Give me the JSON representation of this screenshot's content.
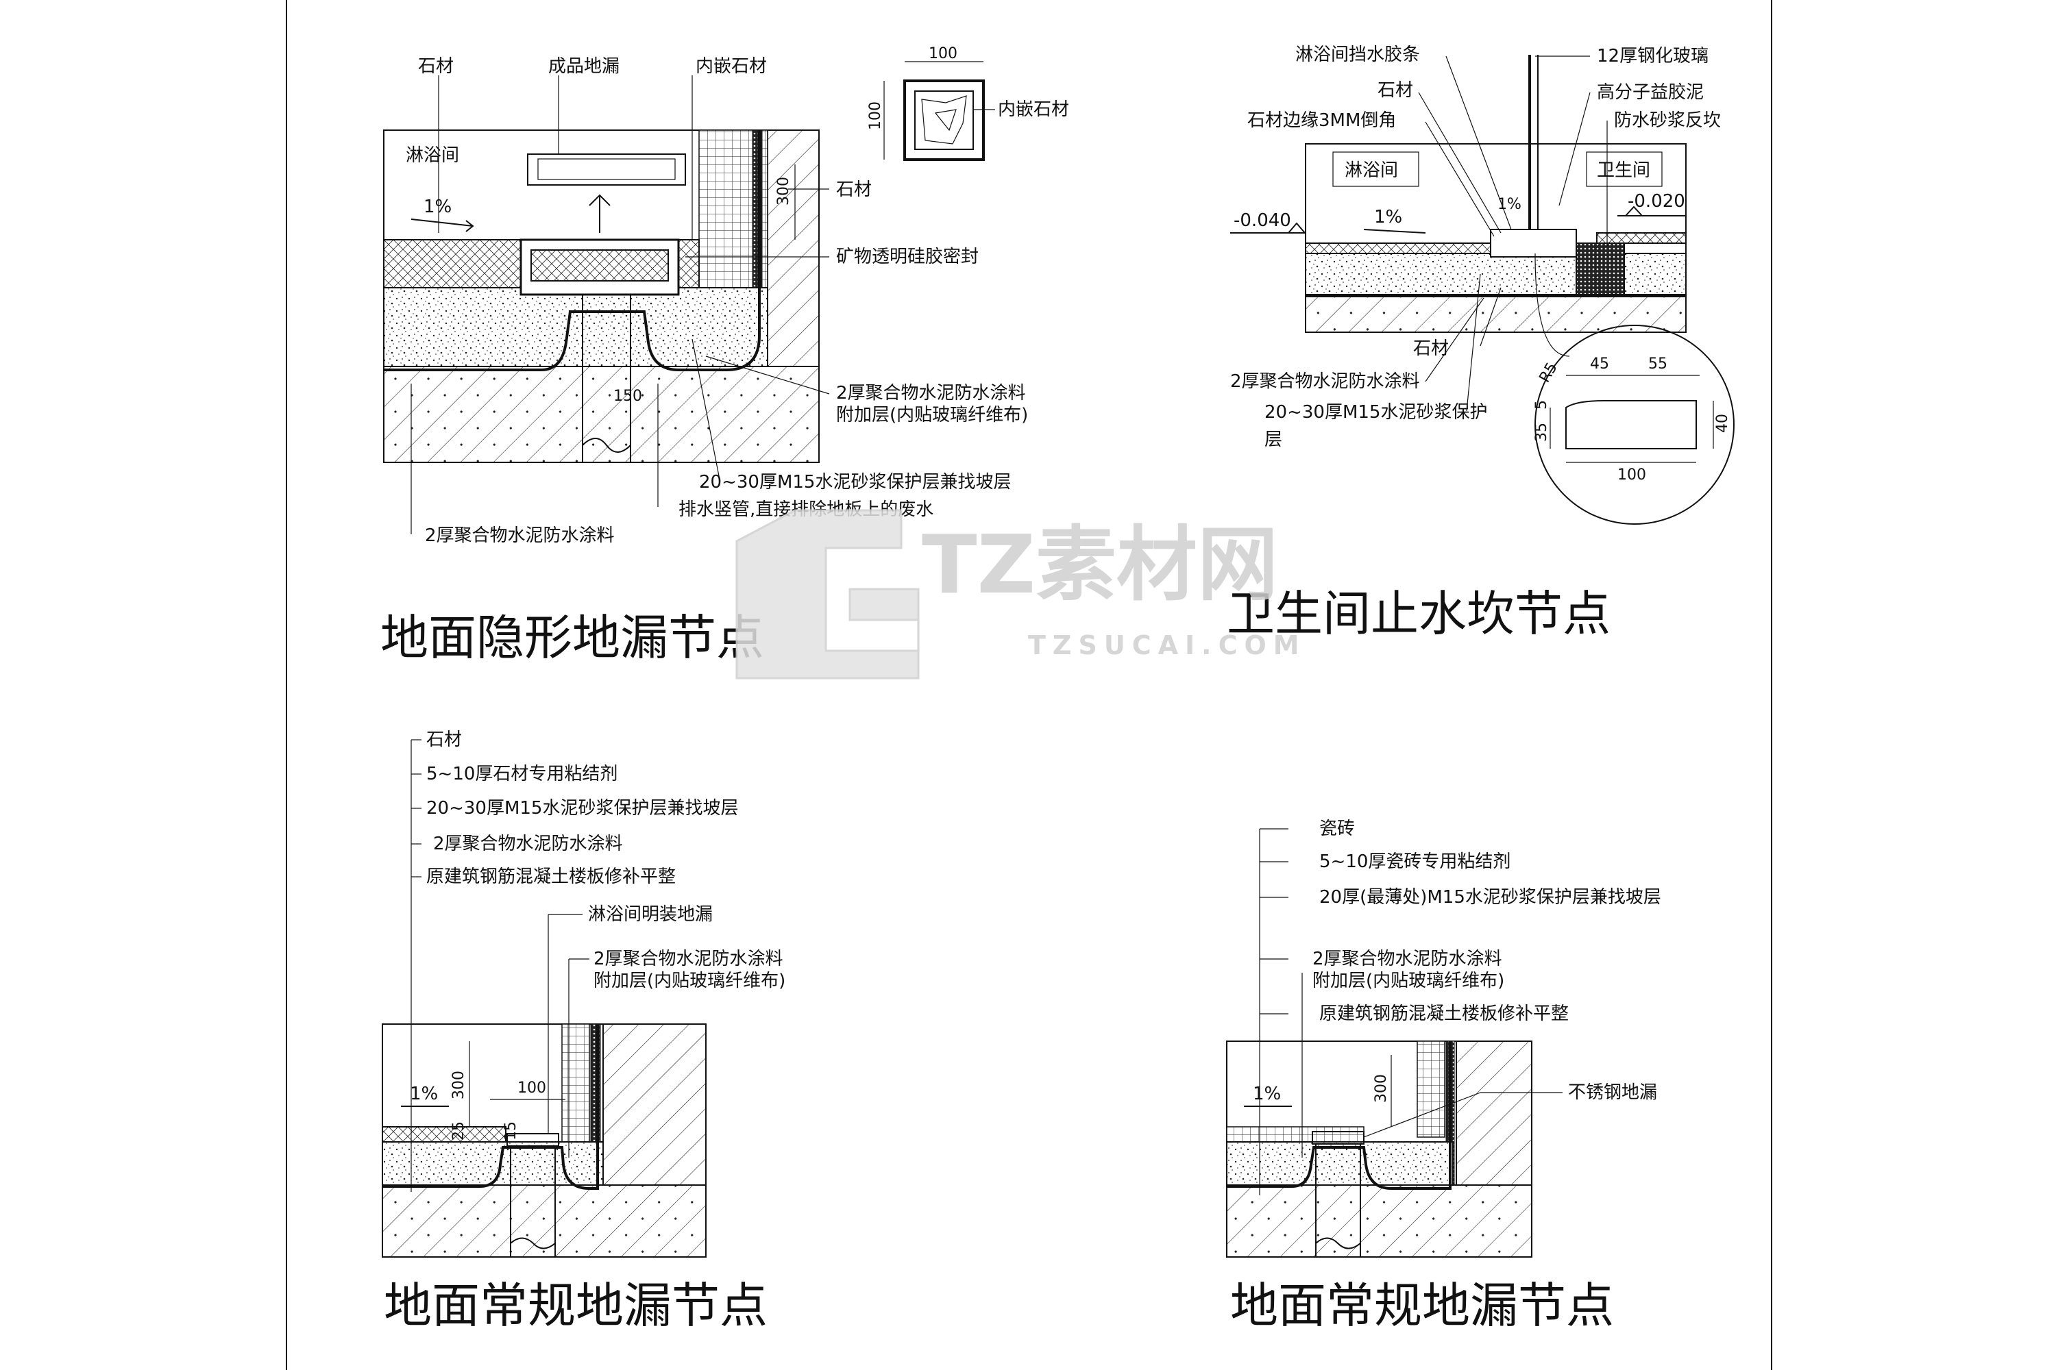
{
  "watermark": {
    "brand": "TZ素材网",
    "site": "TZSUCAI.COM"
  },
  "top_left": {
    "title": "地面隐形地漏节点",
    "room": "淋浴间",
    "slope": "1%",
    "labels": {
      "stone": "石材",
      "drain": "成品地漏",
      "inlay": "内嵌石材",
      "stone2": "石材",
      "sealant": "矿物透明硅胶密封",
      "membrane_add_1": "2厚聚合物水泥防水涂料",
      "membrane_add_2": "附加层(内贴玻璃纤维布)",
      "mortar": "20~30厚M15水泥砂浆保护层兼找坡层",
      "pipe": "排水竖管,直接排除地板上的废水",
      "membrane": "2厚聚合物水泥防水涂料"
    },
    "dims": {
      "d300": "300",
      "d150": "150"
    },
    "detail": {
      "label": "内嵌石材",
      "w": "100",
      "h": "100"
    }
  },
  "top_right": {
    "title": "卫生间止水坎节点",
    "room_left": "淋浴间",
    "room_right": "卫生间",
    "level_left": "-0.040",
    "level_right": "-0.020",
    "slope": "1%",
    "slope2": "1%",
    "labels": {
      "strip": "淋浴间挡水胶条",
      "stone": "石材",
      "chamfer": "石材边缘3MM倒角",
      "glass": "12厚钢化玻璃",
      "putty": "高分子益胶泥",
      "curb": "防水砂浆反坎",
      "stone_bottom": "石材",
      "membrane": "2厚聚合物水泥防水涂料",
      "mortar_1": "20~30厚M15水泥砂浆保护",
      "mortar_2": "层"
    },
    "detail_dims": {
      "a": "45",
      "b": "55",
      "c": "100",
      "d": "40",
      "e": "35",
      "f": "5",
      "r": "R5"
    }
  },
  "bottom_left": {
    "title": "地面常规地漏节点",
    "slope": "1%",
    "labels": {
      "l1": "石材",
      "l2": "5~10厚石材专用粘结剂",
      "l3": "20~30厚M15水泥砂浆保护层兼找坡层",
      "l4": "2厚聚合物水泥防水涂料",
      "l5": "原建筑钢筋混凝土楼板修补平整",
      "l6": "淋浴间明装地漏",
      "l7": "2厚聚合物水泥防水涂料",
      "l8": "附加层(内贴玻璃纤维布)"
    },
    "dims": {
      "d300": "300",
      "d100": "100",
      "d25": "25",
      "d15": "15"
    }
  },
  "bottom_right": {
    "title": "地面常规地漏节点",
    "slope": "1%",
    "labels": {
      "l1": "瓷砖",
      "l2": "5~10厚瓷砖专用粘结剂",
      "l3": "20厚(最薄处)M15水泥砂浆保护层兼找坡层",
      "l4": "2厚聚合物水泥防水涂料",
      "l5": "附加层(内贴玻璃纤维布)",
      "l6": "原建筑钢筋混凝土楼板修补平整",
      "l7": "不锈钢地漏"
    },
    "dims": {
      "d300": "300"
    }
  }
}
